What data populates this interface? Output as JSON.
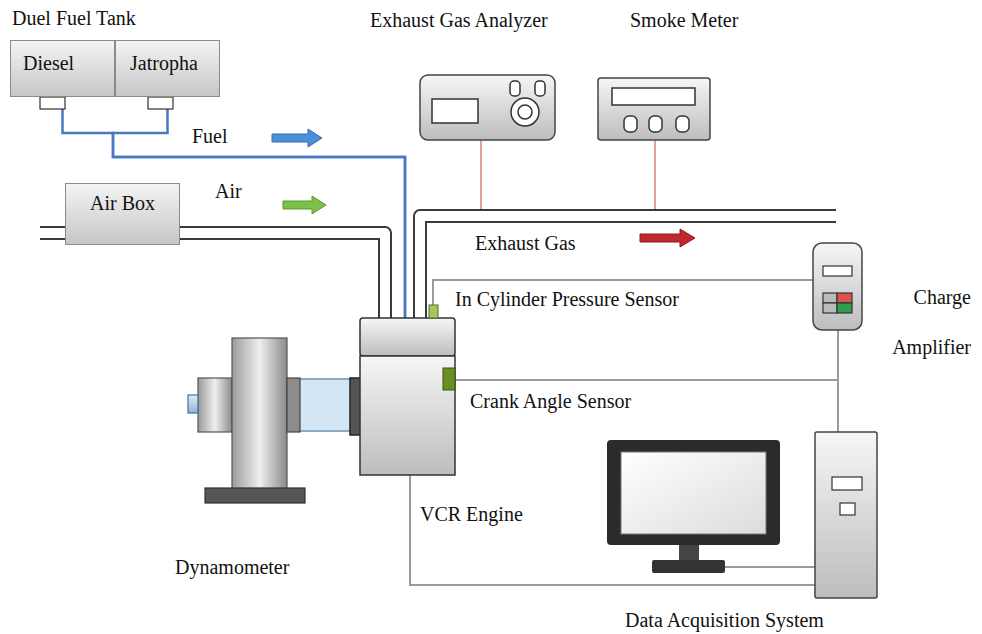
{
  "diagram": {
    "nodes": [
      {
        "text": [
          "Duel Fuel Tank"
        ]
      },
      {
        "text": [
          "Diesel"
        ],
        "in": 0
      },
      {
        "text": [
          "Jatropha"
        ],
        "in": 0
      },
      {
        "text": [
          "Air Box"
        ]
      },
      {
        "text": [
          "Exhaust Gas Analyzer"
        ]
      },
      {
        "text": [
          "Smoke Meter"
        ]
      },
      {
        "text": [
          "Charge Amplifier"
        ]
      },
      {
        "text": [
          "VCR Engine"
        ]
      },
      {
        "text": [
          "Dynamometer"
        ]
      },
      {
        "text": [
          "Data Acquisition System"
        ]
      }
    ],
    "edges": [
      {
        "from": 1,
        "to": 7,
        "arrow": "none"
      },
      {
        "from": 2,
        "to": 7,
        "arrow": "none"
      },
      {
        "from": 3,
        "to": 7,
        "arrow": "none"
      },
      {
        "from": 7,
        "to": 8,
        "arrow": "none"
      },
      {
        "from": 7,
        "to": 6,
        "arrow": "none"
      },
      {
        "from": 7,
        "to": 9,
        "arrow": "none"
      },
      {
        "from": 6,
        "to": 9,
        "arrow": "none"
      },
      {
        "from": 7,
        "to": 9,
        "arrow": "none"
      }
    ],
    "labels": [
      "Fuel",
      "Air",
      "Exhaust Gas",
      "In Cylinder Pressure Sensor",
      "Crank Angle Sensor"
    ]
  }
}
